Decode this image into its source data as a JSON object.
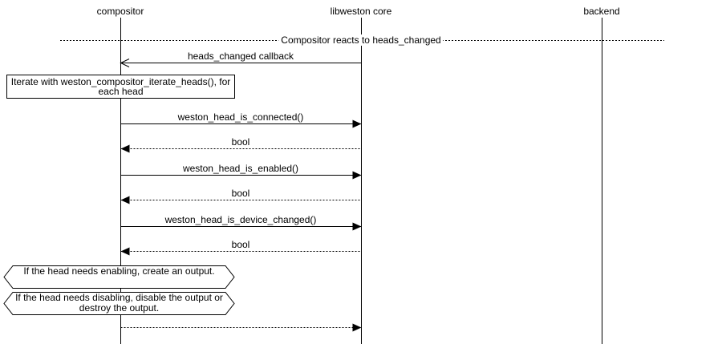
{
  "diagram": {
    "type": "sequence",
    "divider_title": "Compositor reacts to heads_changed",
    "lifelines": [
      {
        "label": "compositor"
      },
      {
        "label": "libweston core"
      },
      {
        "label": "backend"
      }
    ],
    "note": {
      "text": "Iterate with weston_compositor_iterate_heads(), for each head"
    },
    "messages": [
      {
        "label": "heads_changed callback",
        "from": "libweston core",
        "to": "compositor",
        "line": "solid",
        "arrowhead": "open"
      },
      {
        "label": "weston_head_is_connected()",
        "from": "compositor",
        "to": "libweston core",
        "line": "solid",
        "arrowhead": "filled"
      },
      {
        "label": "bool",
        "from": "libweston core",
        "to": "compositor",
        "line": "dotted",
        "arrowhead": "filled"
      },
      {
        "label": "weston_head_is_enabled()",
        "from": "compositor",
        "to": "libweston core",
        "line": "solid",
        "arrowhead": "filled"
      },
      {
        "label": "bool",
        "from": "libweston core",
        "to": "compositor",
        "line": "dotted",
        "arrowhead": "filled"
      },
      {
        "label": "weston_head_is_device_changed()",
        "from": "compositor",
        "to": "libweston core",
        "line": "solid",
        "arrowhead": "filled"
      },
      {
        "label": "bool",
        "from": "libweston core",
        "to": "compositor",
        "line": "dotted",
        "arrowhead": "filled"
      },
      {
        "label": "",
        "from": "compositor",
        "to": "libweston core",
        "line": "dotted",
        "arrowhead": "filled"
      }
    ],
    "conditions": [
      {
        "text": "If the head needs enabling, create an output."
      },
      {
        "text": "If the head needs disabling, disable the output or destroy the output."
      }
    ],
    "colors": {
      "line": "#000000",
      "background": "#ffffff",
      "text": "#000000"
    }
  }
}
